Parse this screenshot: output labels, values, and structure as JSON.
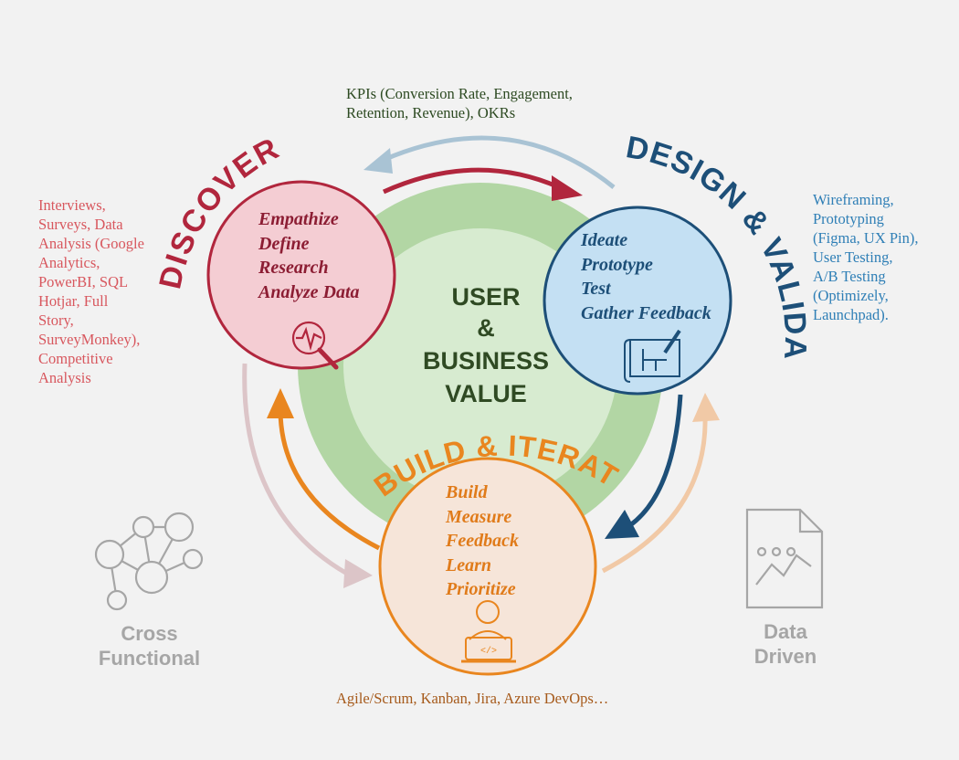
{
  "center": {
    "line1": "USER",
    "line2": "&",
    "line3": "BUSINESS",
    "line4": "VALUE"
  },
  "discover": {
    "title": "DISCOVER",
    "steps": [
      "Empathize",
      "Define",
      "Research",
      "Analyze Data"
    ],
    "tools": [
      "Interviews,",
      "Surveys, Data",
      "Analysis (Google",
      "Analytics,",
      "PowerBI, SQL",
      "Hotjar, Full",
      "Story,",
      "SurveyMonkey),",
      "Competitive",
      "Analysis"
    ],
    "icon": "analytics-magnifier-icon"
  },
  "design": {
    "title": "DESIGN & VALIDATE",
    "steps": [
      "Ideate",
      "Prototype",
      "Test",
      "Gather Feedback"
    ],
    "tools": [
      "Wireframing,",
      "Prototyping",
      "(Figma, UX Pin),",
      "User Testing,",
      "A/B Testing",
      "(Optimizely,",
      "Launchpad)."
    ],
    "icon": "blueprint-pencil-icon"
  },
  "build": {
    "title": "BUILD & ITERATE",
    "steps": [
      "Build",
      "Measure",
      "Feedback",
      "Learn",
      "Prioritize"
    ],
    "tools": "Agile/Scrum, Kanban, Jira, Azure DevOps…",
    "icon": "developer-laptop-icon"
  },
  "kpi_note": {
    "line1": "KPIs (Conversion Rate, Engagement,",
    "line2": "Retention, Revenue), OKRs"
  },
  "cross_functional": {
    "line1": "Cross",
    "line2": "Functional",
    "icon": "team-network-icon"
  },
  "data_driven": {
    "line1": "Data",
    "line2": "Driven",
    "icon": "data-report-icon"
  },
  "colors": {
    "discover": "#b1263d",
    "discover_fill": "#f4cdd3",
    "design": "#1d4f78",
    "design_fill": "#c4e0f3",
    "build": "#e9861f",
    "build_fill": "#f6e5d9",
    "ring_outer": "#b2d6a4",
    "ring_inner": "#d7ebd0",
    "center_text": "#2f4a23",
    "grey": "#a6a6a6"
  }
}
